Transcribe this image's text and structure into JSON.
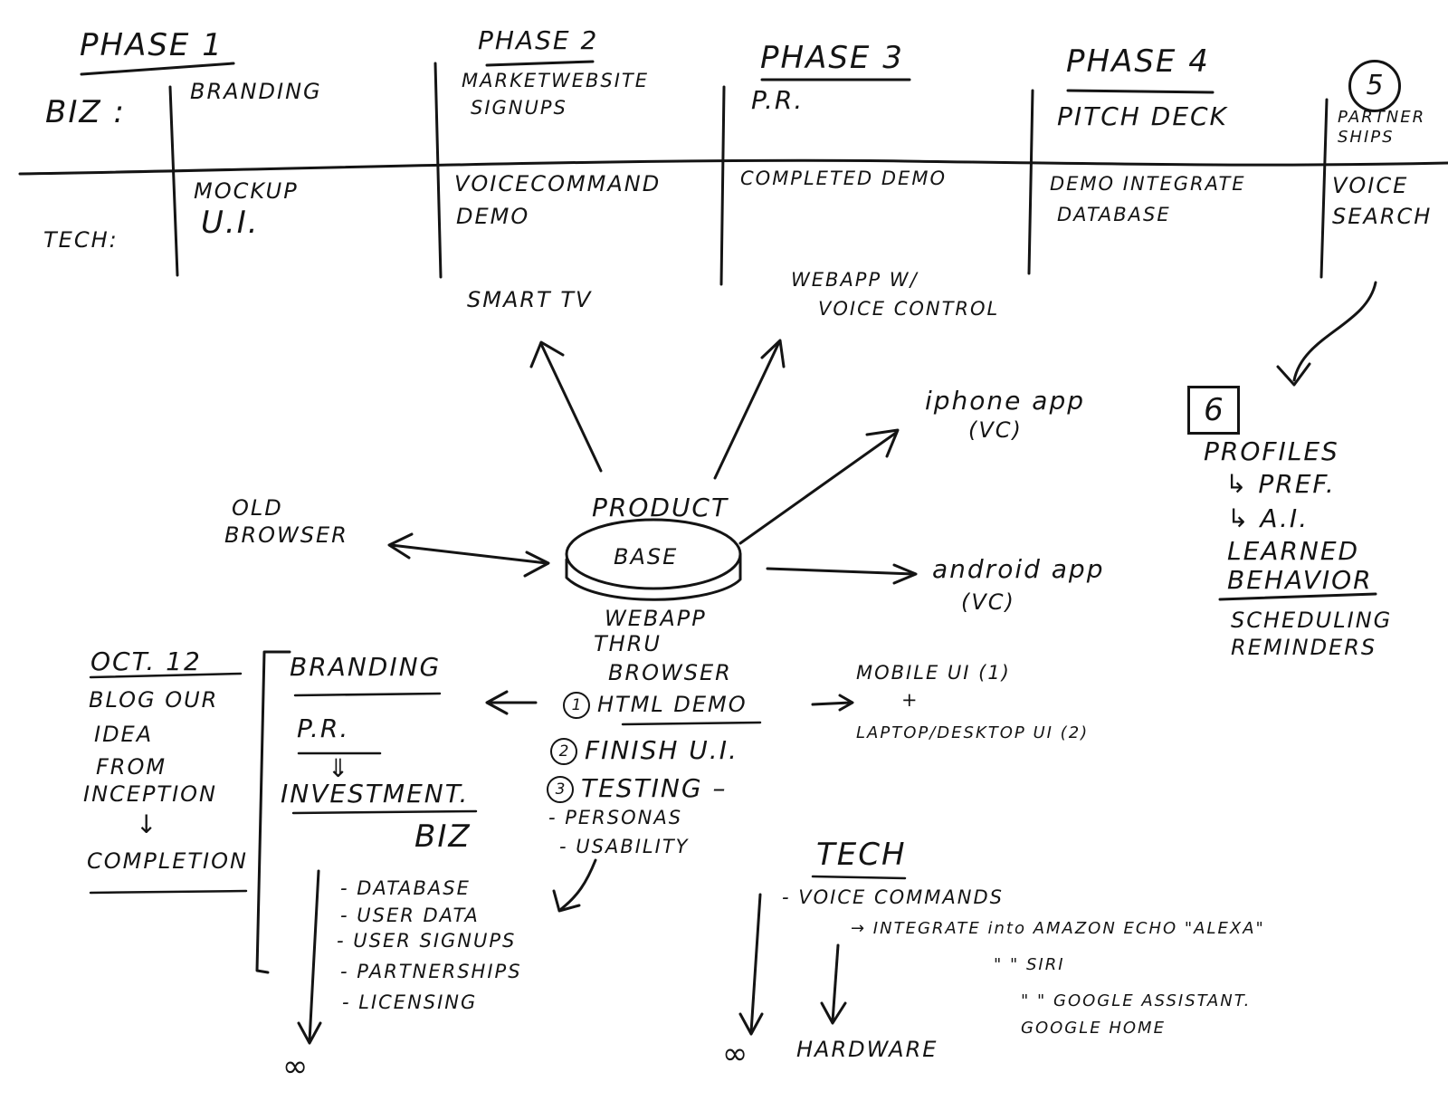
{
  "biz_row_label": "BIZ :",
  "tech_row_label": "TECH:",
  "phases": [
    {
      "title": "PHASE 1",
      "biz": "BRANDING",
      "tech": [
        "MOCKUP",
        "U.I."
      ]
    },
    {
      "title": "PHASE 2",
      "biz": [
        "MARKETWEBSITE",
        "SIGNUPS"
      ],
      "tech": [
        "VOICECOMMAND",
        "DEMO"
      ]
    },
    {
      "title": "PHASE 3",
      "biz": "P.R.",
      "tech": "COMPLETED DEMO"
    },
    {
      "title": "PHASE 4",
      "biz": "PITCH DECK",
      "tech": [
        "DEMO INTEGRATE",
        "DATABASE"
      ]
    },
    {
      "title": "5",
      "biz": [
        "PARTNER",
        "SHIPS"
      ],
      "tech": [
        "VOICE",
        "SEARCH"
      ]
    }
  ],
  "phase6": {
    "number": "6",
    "title": "PROFILES",
    "lines": [
      "↳ PREF.",
      "↳ A.I.",
      "LEARNED",
      "BEHAVIOR"
    ],
    "extra": [
      "SCHEDULING",
      "REMINDERS"
    ]
  },
  "center": {
    "product_label": "PRODUCT",
    "base_label": "BASE",
    "sub": [
      "WEBAPP",
      "THRU",
      "BROWSER"
    ],
    "steps": [
      {
        "num": "1",
        "label": "HTML DEMO"
      },
      {
        "num": "2",
        "label": "FINISH U.I."
      },
      {
        "num": "3",
        "label": "TESTING –"
      }
    ],
    "testing_items": [
      "- PERSONAS",
      "- USABILITY"
    ]
  },
  "targets": {
    "smart_tv": "SMART TV",
    "webapp_voice": [
      "WEBAPP W/",
      "VOICE CONTROL"
    ],
    "iphone": [
      "iphone app",
      "(VC)"
    ],
    "android": [
      "android app",
      "(VC)"
    ],
    "old_browser": [
      "OLD",
      "BROWSER"
    ],
    "mobile": [
      "MOBILE UI (1)",
      "+",
      "LAPTOP/DESKTOP UI (2)"
    ]
  },
  "oct": {
    "date": "OCT. 12",
    "lines": [
      "BLOG OUR",
      "IDEA",
      "FROM",
      "INCEPTION",
      "↓",
      "COMPLETION"
    ]
  },
  "biz_block": {
    "branding": "BRANDING",
    "pr": "P.R.",
    "arrow": "⇓",
    "investment": "INVESTMENT.",
    "title": "BIZ",
    "items": [
      "- DATABASE",
      "- USER DATA",
      "- USER SIGNUPS",
      "- PARTNERSHIPS",
      "- LICENSING"
    ],
    "infinity": "∞"
  },
  "tech_block": {
    "title": "TECH",
    "voice": "- VOICE COMMANDS",
    "integrate": "→ INTEGRATE into AMAZON ECHO \"ALEXA\"",
    "siri": "\"          \" SIRI",
    "google": "\"          \" GOOGLE ASSISTANT.",
    "google_home": "GOOGLE HOME",
    "hardware": "HARDWARE",
    "infinity": "∞"
  }
}
